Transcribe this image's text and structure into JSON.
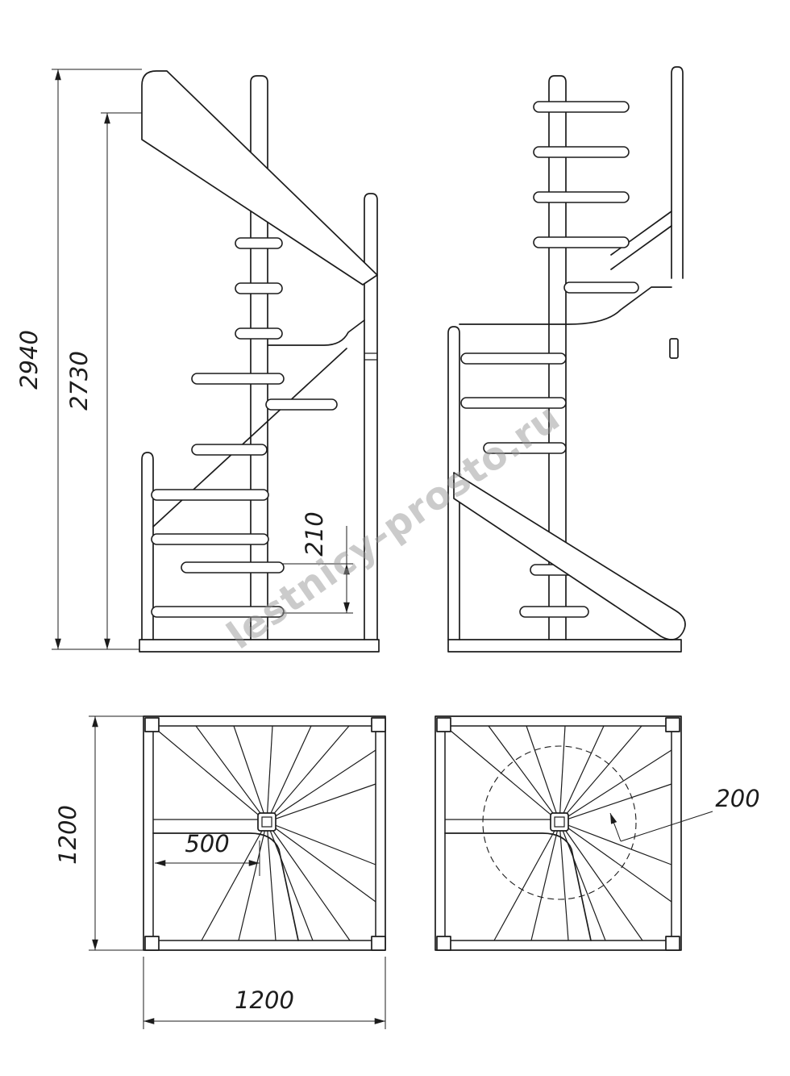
{
  "watermark": "lestnicy-prosto.ru",
  "colors": {
    "line": "#1c1c1c",
    "watermark": "#999999",
    "background": "#ffffff"
  },
  "dimensions": {
    "total_height": "2940",
    "rail_height": "2730",
    "riser": "210",
    "plan_depth": "1200",
    "plan_width": "1200",
    "landing_offset": "500",
    "tread_width": "200"
  }
}
